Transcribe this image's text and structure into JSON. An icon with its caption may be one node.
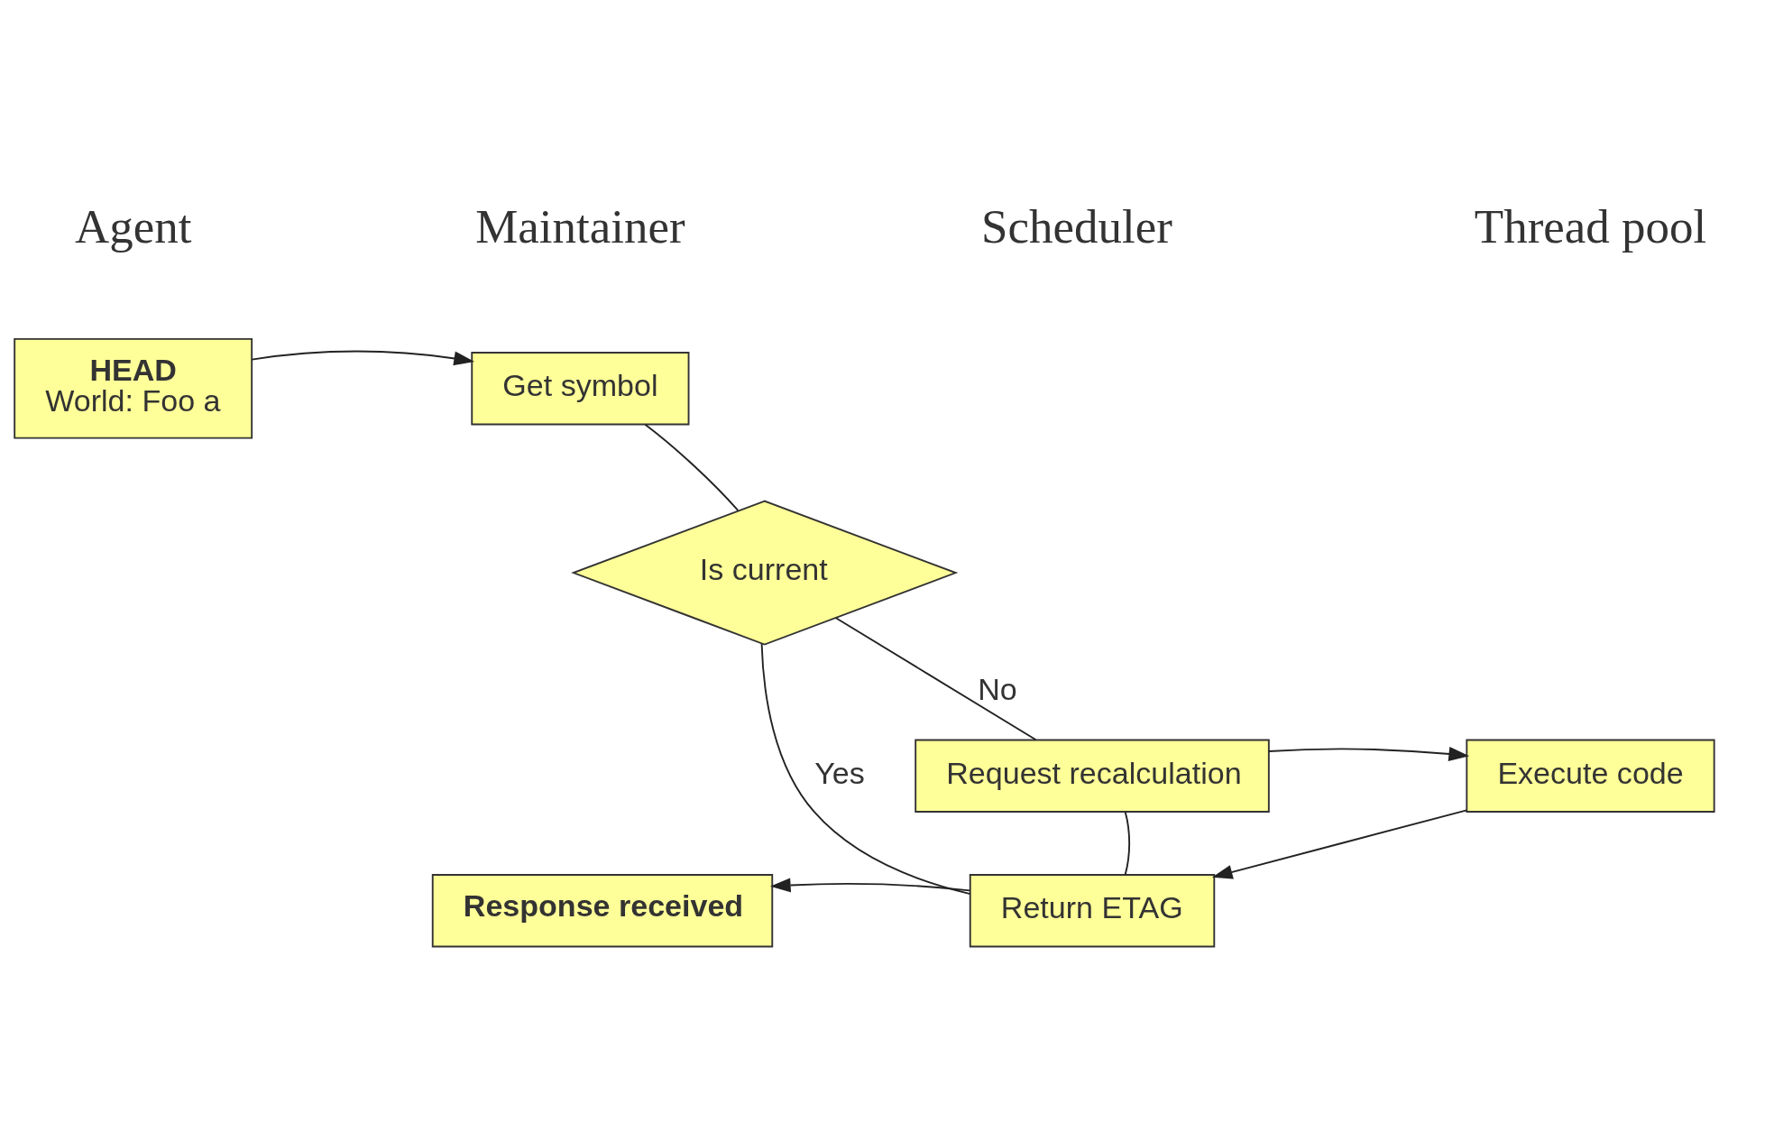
{
  "diagram": {
    "nodes": [
      {
        "text": [
          "HEAD",
          "World: Foo a"
        ]
      },
      {
        "text": [
          "Get symbol"
        ]
      },
      {
        "text": [
          "Is current"
        ]
      },
      {
        "text": [
          "Request recalculation"
        ]
      },
      {
        "text": [
          "Return ETAG"
        ]
      },
      {
        "text": [
          "Execute code"
        ]
      },
      {
        "text": [
          "Response received"
        ]
      }
    ],
    "edges": [
      {
        "from": 0,
        "to": 1,
        "arrow": "to"
      },
      {
        "from": 1,
        "to": 2,
        "arrow": "none"
      },
      {
        "from": 2,
        "to": 4,
        "arrow": "none",
        "label": "Yes"
      },
      {
        "from": 2,
        "to": 3,
        "arrow": "none",
        "label": "No"
      },
      {
        "from": 3,
        "to": 4,
        "arrow": "none"
      },
      {
        "from": 3,
        "to": 5,
        "arrow": "to"
      },
      {
        "from": 5,
        "to": 4,
        "arrow": "to"
      },
      {
        "from": 4,
        "to": 6,
        "arrow": "to"
      }
    ],
    "labels": [
      "Agent",
      "Maintainer",
      "Scheduler",
      "Thread pool"
    ]
  }
}
